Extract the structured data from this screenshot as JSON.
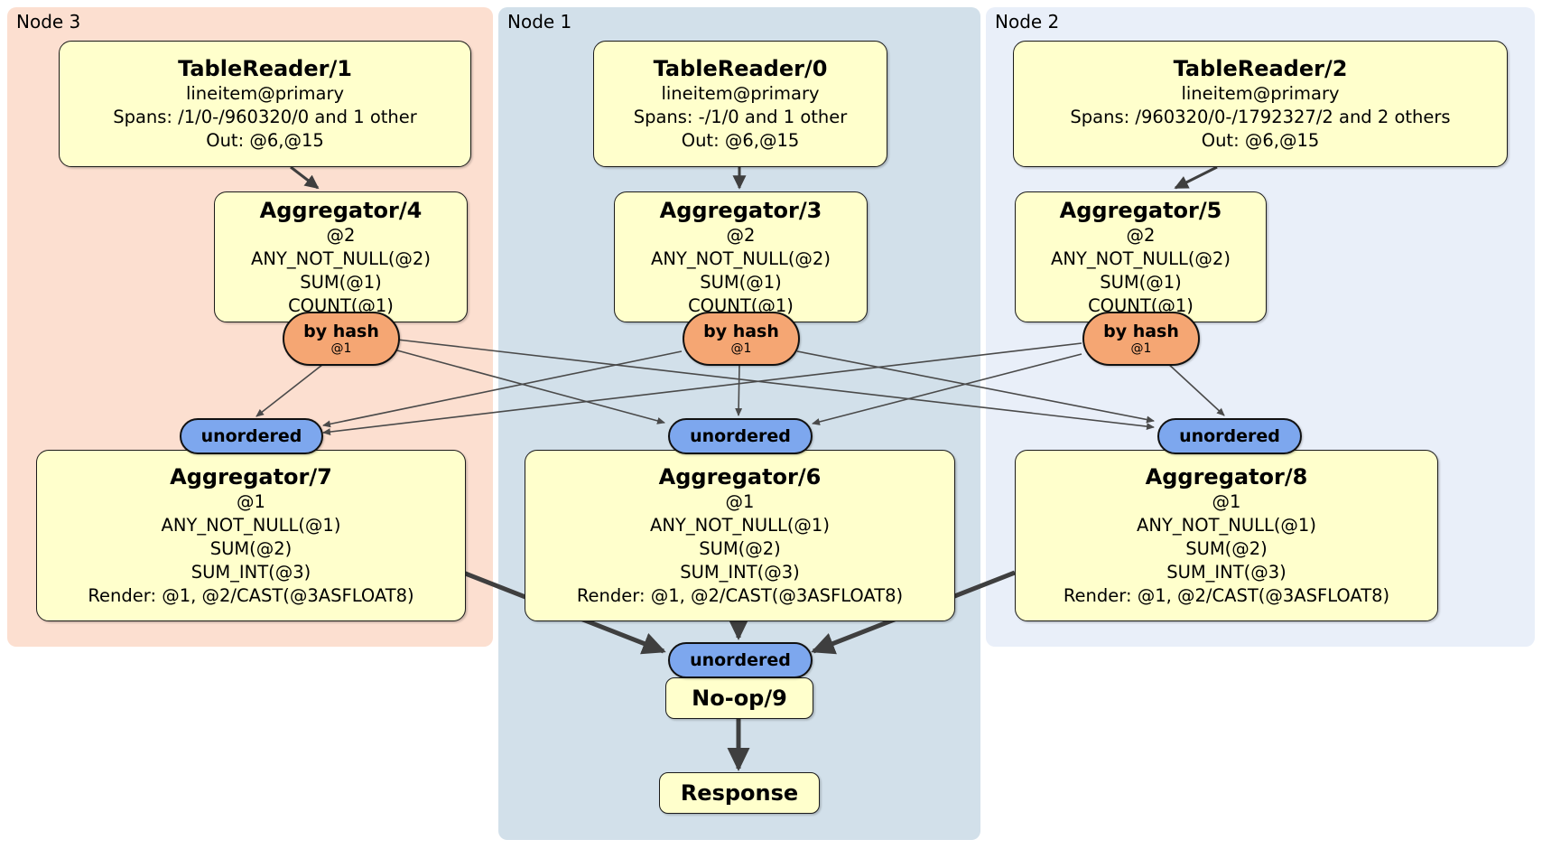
{
  "regions": {
    "node3": {
      "label": "Node 3"
    },
    "node1": {
      "label": "Node 1"
    },
    "node2": {
      "label": "Node 2"
    }
  },
  "processors": {
    "tr1": {
      "title": "TableReader/1",
      "lines": [
        "lineitem@primary",
        "Spans: /1/0-/960320/0 and 1 other",
        "Out: @6,@15"
      ]
    },
    "tr0": {
      "title": "TableReader/0",
      "lines": [
        "lineitem@primary",
        "Spans: -/1/0 and 1 other",
        "Out: @6,@15"
      ]
    },
    "tr2": {
      "title": "TableReader/2",
      "lines": [
        "lineitem@primary",
        "Spans: /960320/0-/1792327/2 and 2 others",
        "Out: @6,@15"
      ]
    },
    "agg4": {
      "title": "Aggregator/4",
      "lines": [
        "@2",
        "ANY_NOT_NULL(@2)",
        "SUM(@1)",
        "COUNT(@1)"
      ]
    },
    "agg3": {
      "title": "Aggregator/3",
      "lines": [
        "@2",
        "ANY_NOT_NULL(@2)",
        "SUM(@1)",
        "COUNT(@1)"
      ]
    },
    "agg5": {
      "title": "Aggregator/5",
      "lines": [
        "@2",
        "ANY_NOT_NULL(@2)",
        "SUM(@1)",
        "COUNT(@1)"
      ]
    },
    "agg7": {
      "title": "Aggregator/7",
      "lines": [
        "@1",
        "ANY_NOT_NULL(@1)",
        "SUM(@2)",
        "SUM_INT(@3)",
        "Render: @1, @2/CAST(@3ASFLOAT8)"
      ]
    },
    "agg6": {
      "title": "Aggregator/6",
      "lines": [
        "@1",
        "ANY_NOT_NULL(@1)",
        "SUM(@2)",
        "SUM_INT(@3)",
        "Render: @1, @2/CAST(@3ASFLOAT8)"
      ]
    },
    "agg8": {
      "title": "Aggregator/8",
      "lines": [
        "@1",
        "ANY_NOT_NULL(@1)",
        "SUM(@2)",
        "SUM_INT(@3)",
        "Render: @1, @2/CAST(@3ASFLOAT8)"
      ]
    },
    "noop": {
      "title": "No-op/9"
    },
    "response": {
      "title": "Response"
    }
  },
  "routers": {
    "byhash_label": "by hash",
    "byhash_sub": "@1",
    "unordered_label": "unordered"
  },
  "edges": [
    {
      "from": "tablereader-1",
      "to": "aggregator-4",
      "style": "mid"
    },
    {
      "from": "tablereader-0",
      "to": "aggregator-3",
      "style": "mid"
    },
    {
      "from": "tablereader-2",
      "to": "aggregator-5",
      "style": "mid"
    },
    {
      "from": "byhash-node3",
      "to": "unordered-node3",
      "style": "thin"
    },
    {
      "from": "byhash-node3",
      "to": "unordered-node1",
      "style": "thin"
    },
    {
      "from": "byhash-node3",
      "to": "unordered-node2",
      "style": "thin"
    },
    {
      "from": "byhash-node1",
      "to": "unordered-node3",
      "style": "thin"
    },
    {
      "from": "byhash-node1",
      "to": "unordered-node1",
      "style": "thin"
    },
    {
      "from": "byhash-node1",
      "to": "unordered-node2",
      "style": "thin"
    },
    {
      "from": "byhash-node2",
      "to": "unordered-node3",
      "style": "thin"
    },
    {
      "from": "byhash-node2",
      "to": "unordered-node1",
      "style": "thin"
    },
    {
      "from": "byhash-node2",
      "to": "unordered-node2",
      "style": "thin"
    },
    {
      "from": "aggregator-7",
      "to": "unordered-final",
      "style": "thick"
    },
    {
      "from": "aggregator-6",
      "to": "unordered-final",
      "style": "thick"
    },
    {
      "from": "aggregator-8",
      "to": "unordered-final",
      "style": "thick"
    },
    {
      "from": "noop-9",
      "to": "response",
      "style": "thick"
    }
  ],
  "colors": {
    "node3_bg": "#fcdfd0",
    "node1_bg": "#d2e0ea",
    "node2_bg": "#e9eff9",
    "box_bg": "#ffffcc",
    "byhash_bg": "#f5a673",
    "unordered_bg": "#7da7ee",
    "edge_thin": "#4a4a4a",
    "edge_thick": "#3f3f3f"
  }
}
